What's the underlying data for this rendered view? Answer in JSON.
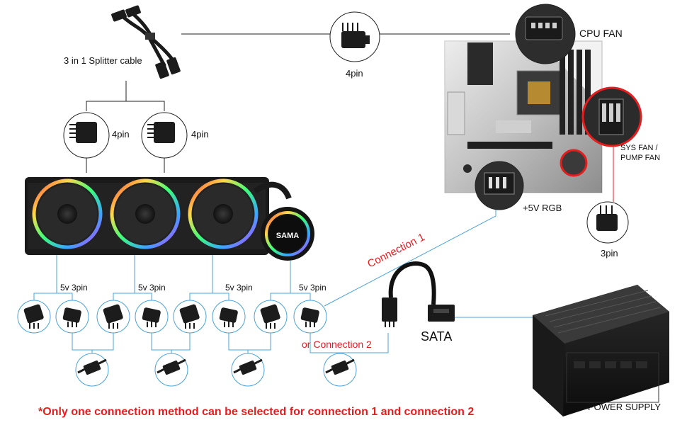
{
  "labels": {
    "splitter": "3 in 1 Splitter cable",
    "cpu_4pin": "4pin",
    "split_4pin_a": "4pin",
    "split_4pin_b": "4pin",
    "cpu_fan": "CPU FAN",
    "sys_fan": "SYS FAN /",
    "pump_fan": "PUMP FAN",
    "rgb_header": "+5V RGB",
    "pin3": "3pin",
    "rgb1": "5v 3pin",
    "rgb2": "5v 3pin",
    "rgb3": "5v 3pin",
    "rgb4": "5v 3pin",
    "connection1": "Connection 1",
    "connection2": "or Connection 2",
    "sata": "SATA",
    "pump_logo": "SAMA",
    "psu": "POWER SUPPLY",
    "footnote": "*Only one connection method can be selected for connection 1 and connection 2"
  },
  "colors": {
    "accent_red": "#e41e1e",
    "cable_blue": "#4aa3d8",
    "line": "#222222"
  },
  "icons": [
    "splitter-cable",
    "fan-4pin-connector",
    "motherboard",
    "fan-3pin-connector",
    "argb-connector",
    "sata-adapter",
    "power-supply"
  ]
}
